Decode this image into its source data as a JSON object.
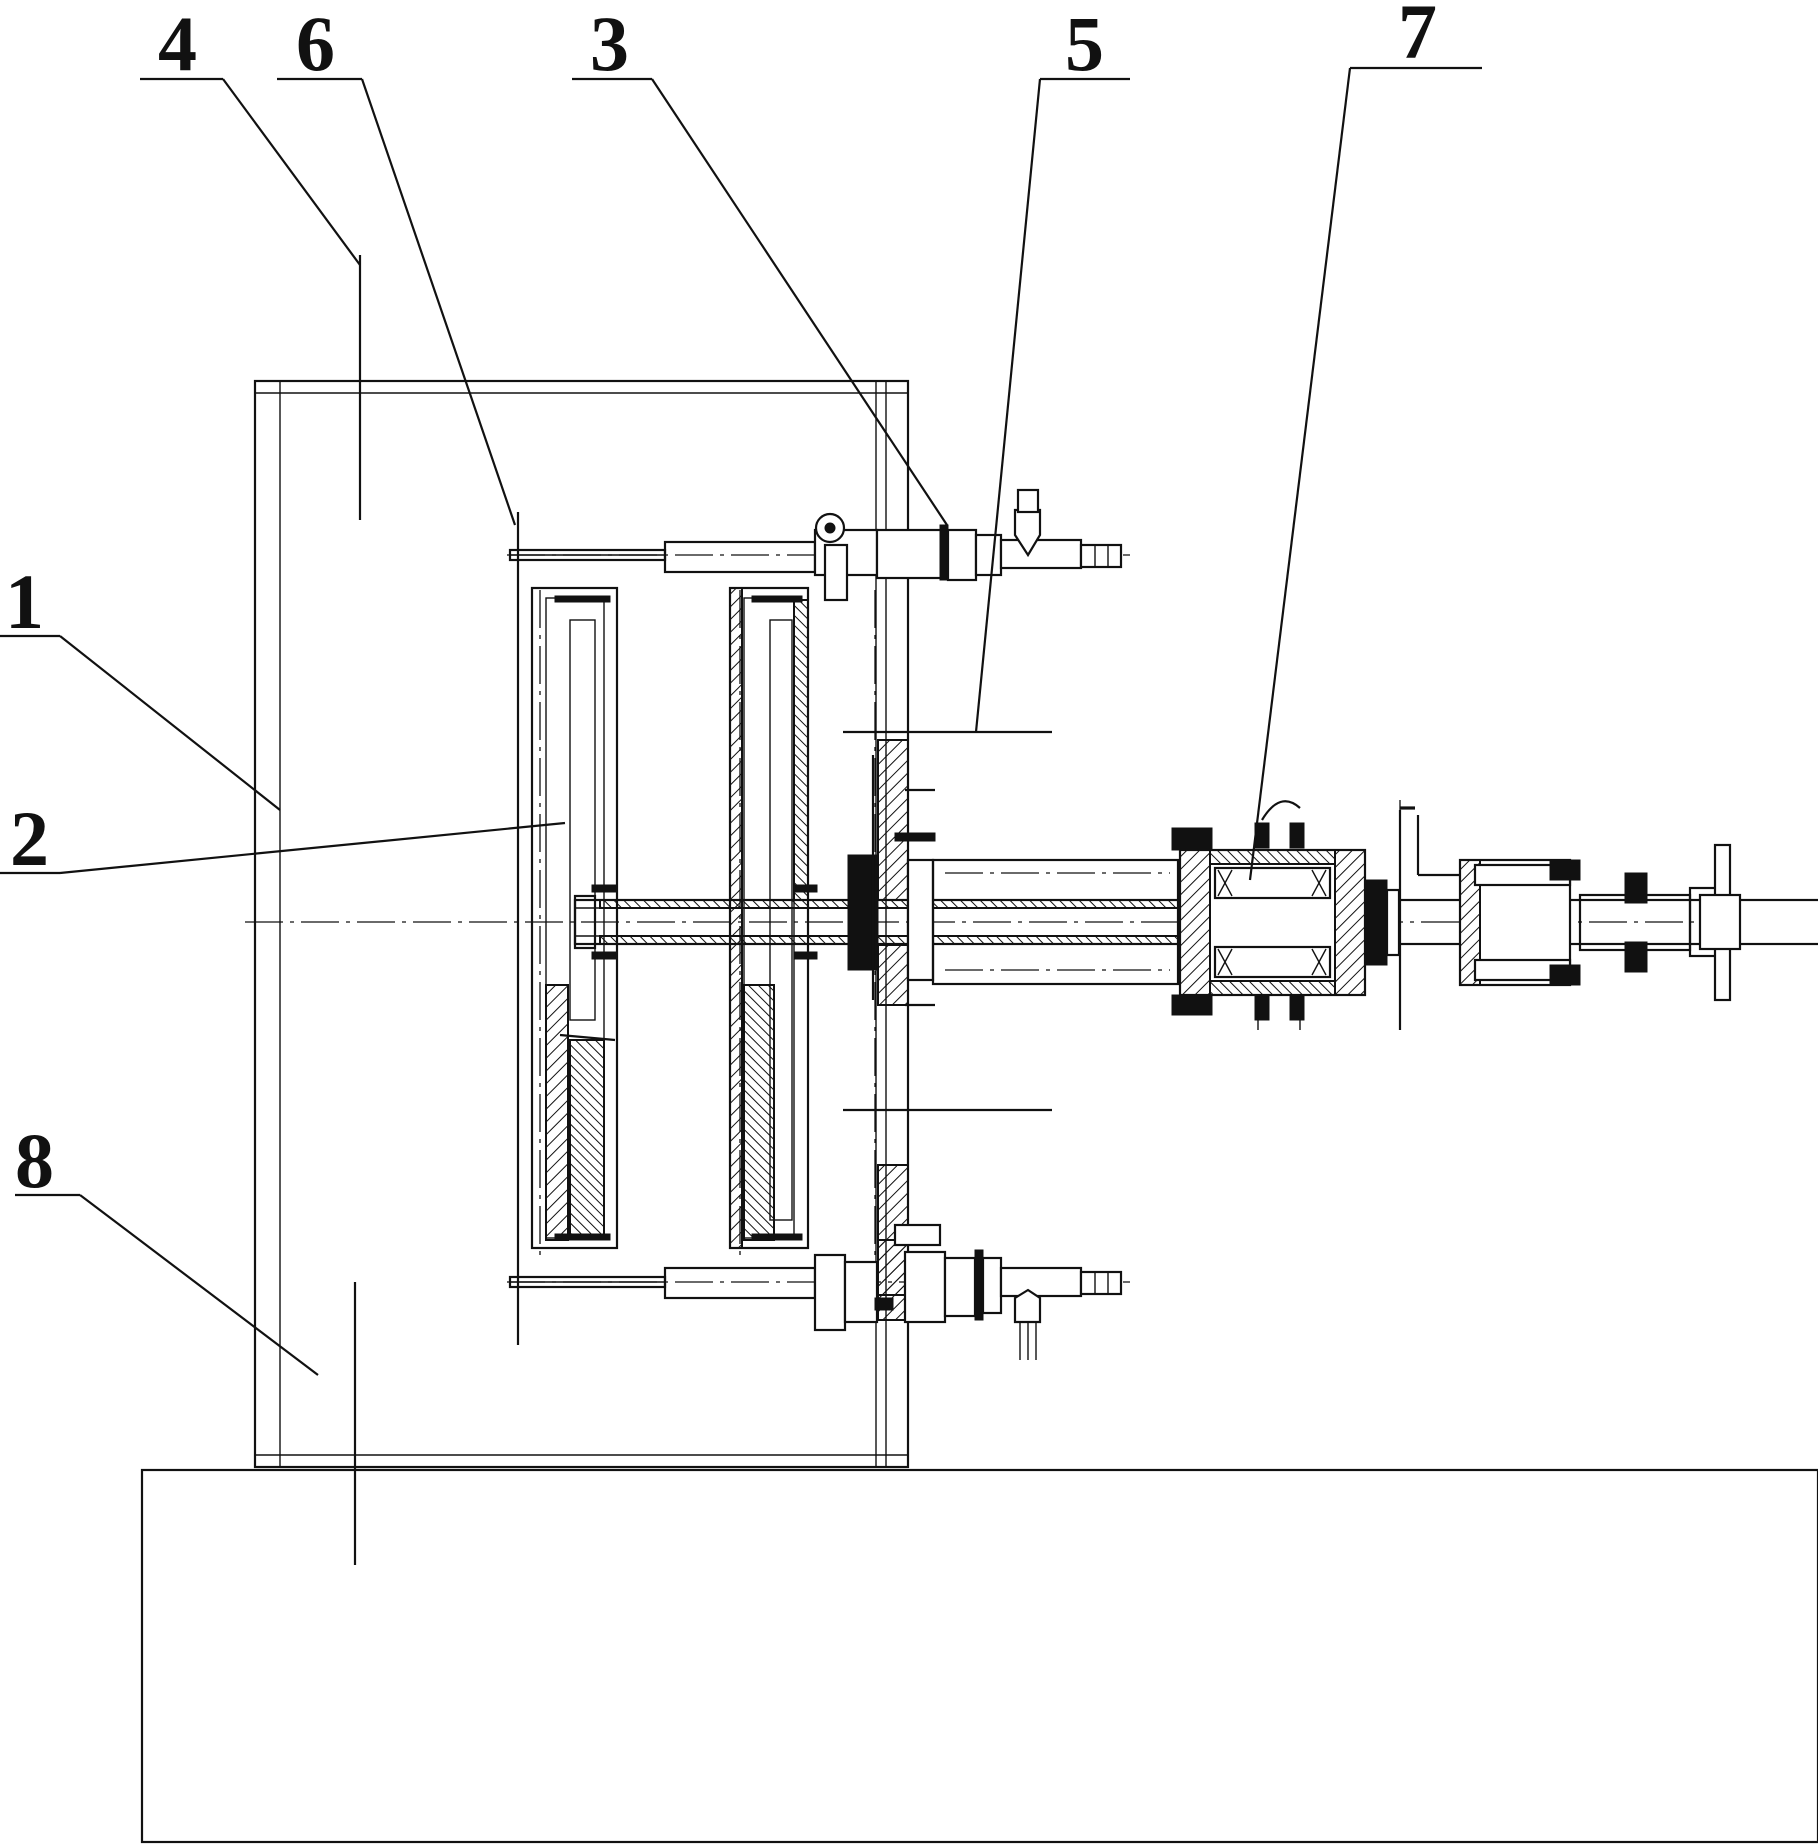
{
  "callouts": [
    {
      "id": "4",
      "text": "4"
    },
    {
      "id": "6",
      "text": "6"
    },
    {
      "id": "3",
      "text": "3"
    },
    {
      "id": "5",
      "text": "5"
    },
    {
      "id": "7",
      "text": "7"
    },
    {
      "id": "1",
      "text": "1"
    },
    {
      "id": "2",
      "text": "2"
    },
    {
      "id": "8",
      "text": "8"
    }
  ]
}
